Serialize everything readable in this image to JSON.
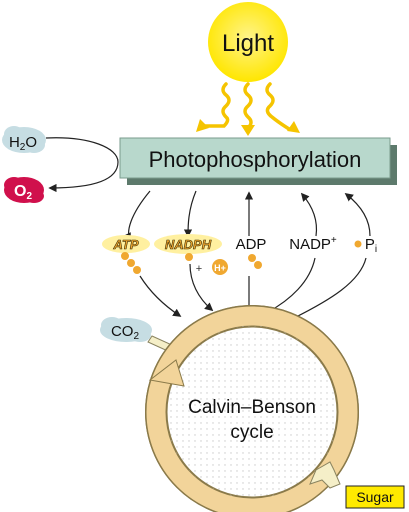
{
  "light": {
    "label": "Light",
    "color": "#ffe600"
  },
  "process": {
    "label": "Photophosphorylation",
    "box_color": "#b8d8cc"
  },
  "water": {
    "base": "H",
    "sub": "2",
    "tail": "O"
  },
  "oxygen": {
    "base": "O",
    "sub": "2",
    "color": "#d0104c"
  },
  "molecules": {
    "atp": "ATP",
    "nadph": "NADPH",
    "h_plus": "H+",
    "plus_sign": "+",
    "adp": "ADP",
    "nadp_base": "NADP",
    "nadp_sup": "+",
    "pi_base": "P",
    "pi_sub": "i"
  },
  "co2": {
    "base": "CO",
    "sub": "2"
  },
  "cycle": {
    "line1": "Calvin–Benson",
    "line2": "cycle",
    "ring_color": "#f2d49a"
  },
  "sugar": {
    "label": "Sugar",
    "box_color": "#ffea00"
  },
  "phosphate_dot_color": "#f0a830"
}
